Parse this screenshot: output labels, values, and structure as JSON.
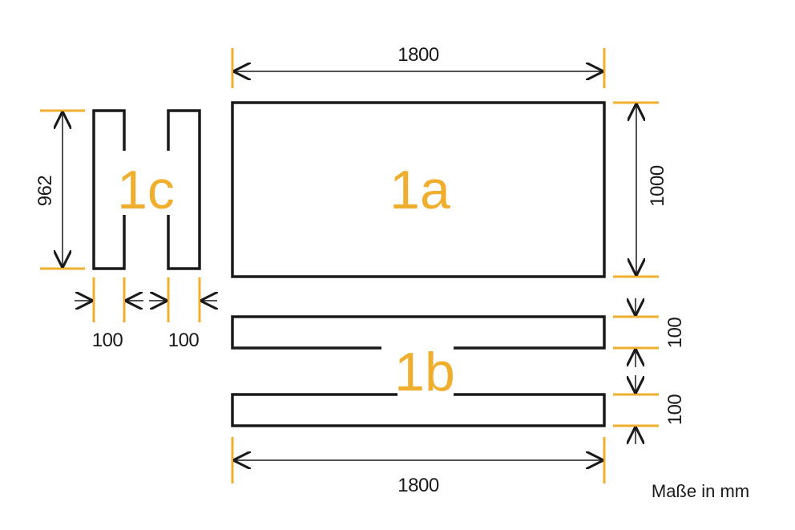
{
  "colors": {
    "accent": "#F0AE2E",
    "outline": "#1a1a1a",
    "background": "#ffffff"
  },
  "parts": {
    "a": "1a",
    "b": "1b",
    "c": "1c"
  },
  "dimensions": {
    "top_width": "1800",
    "bottom_width": "1800",
    "height_1a": "1000",
    "height_1c": "962",
    "width_1c_left": "100",
    "width_1c_right": "100",
    "height_1b_top": "100",
    "height_1b_bottom": "100"
  },
  "unit_note": "Maße in mm"
}
